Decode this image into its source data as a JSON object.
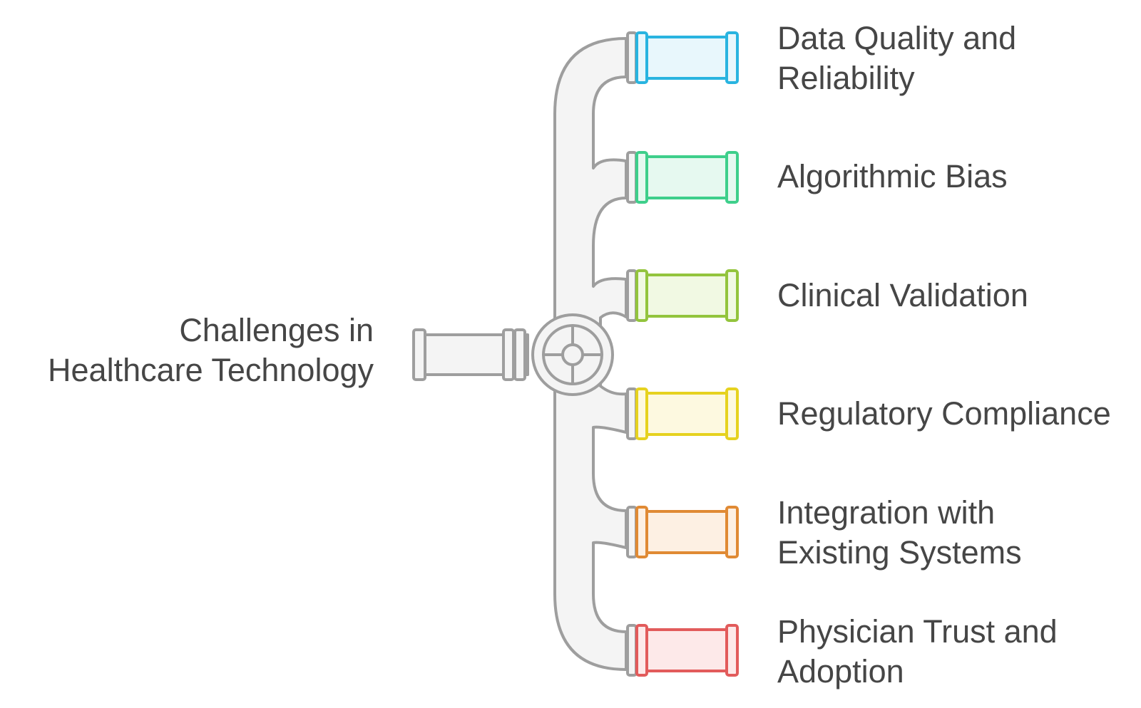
{
  "diagram": {
    "source": {
      "lines": [
        "Challenges in",
        "Healthcare Technology"
      ]
    },
    "branches": [
      {
        "lines": [
          "Data Quality and",
          "Reliability"
        ],
        "color": "#29b4e0",
        "fill": "#e8f7fc"
      },
      {
        "lines": [
          "Algorithmic Bias"
        ],
        "color": "#3ecf8b",
        "fill": "#e6f9f0"
      },
      {
        "lines": [
          "Clinical Validation"
        ],
        "color": "#93c43d",
        "fill": "#f1f9e3"
      },
      {
        "lines": [
          "Regulatory Compliance"
        ],
        "color": "#e6d21f",
        "fill": "#fdf9e0"
      },
      {
        "lines": [
          "Integration with",
          "Existing Systems"
        ],
        "color": "#e08a34",
        "fill": "#fdf0e3"
      },
      {
        "lines": [
          "Physician Trust and",
          "Adoption"
        ],
        "color": "#e25b5b",
        "fill": "#fde9e9"
      }
    ],
    "pipe": {
      "stroke": "#9e9e9e",
      "fill": "#f4f4f4"
    }
  }
}
